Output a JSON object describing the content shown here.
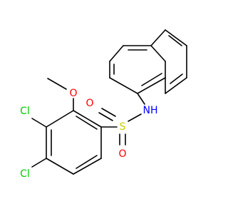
{
  "colors": {
    "bond": "#000000",
    "oxygen": "#ff0000",
    "sulfur": "#cccc00",
    "nitrogen": "#0000ff",
    "chlorine": "#00cc00",
    "background": "#ffffff"
  },
  "atoms": {
    "o_methoxy": "O",
    "o_sulfonyl_top": "O",
    "o_sulfonyl_bottom": "O",
    "sulfur": "S",
    "nh": "NH",
    "cl_upper": "Cl",
    "cl_lower": "Cl"
  }
}
